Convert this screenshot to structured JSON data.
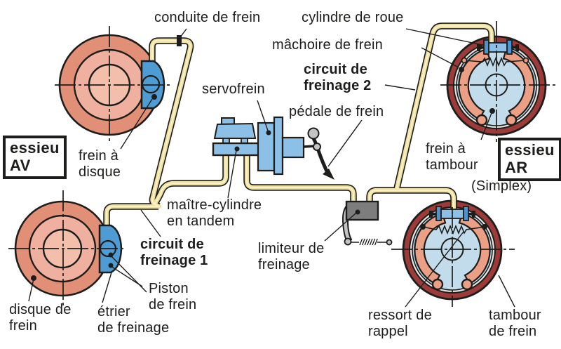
{
  "labels": {
    "conduite": "conduite de frein",
    "cylindre_roue": "cylindre de roue",
    "machoire": "mâchoire de frein",
    "circuit2_1": "circuit de",
    "circuit2_2": "freinage 2",
    "servofrein": "servofrein",
    "pedale": "pédale de frein",
    "essieu_av_1": "essieu",
    "essieu_av_2": "AV",
    "frein_disque_1": "frein à",
    "frein_disque_2": "disque",
    "maitre_1": "maître-cylindre",
    "maitre_2": "en tandem",
    "circuit1_1": "circuit de",
    "circuit1_2": "freinage 1",
    "piston_1": "Piston",
    "piston_2": "de frein",
    "etrier_1": "étrier",
    "etrier_2": "de freinage",
    "disque_1": "disque de",
    "disque_2": "frein",
    "limiteur_1": "limiteur de",
    "limiteur_2": "freinage",
    "frein_tambour_1": "frein à",
    "frein_tambour_2": "tambour",
    "simplex": "(Simplex)",
    "essieu_ar_1": "essieu",
    "essieu_ar_2": "AR",
    "ressort_1": "ressort de",
    "ressort_2": "rappel",
    "tambour_1": "tambour",
    "tambour_2": "de frein"
  },
  "colors": {
    "line": "#1d1d1b",
    "text": "#1d1d1b",
    "pipe_fill": "#f0e0a0",
    "pipe_highlight": "#f9f1ca",
    "disc_outer": "#e18f77",
    "disc_mid": "#efb0a0",
    "disc_inner": "#f3bfab",
    "caliper": "#4f9cd4",
    "component_blue": "#8cc0e6",
    "cap_blue": "#4f93cd",
    "drum_ring": "#9c3b39",
    "drum_gap": "#e6e6e3",
    "drum_interior": "#c3dcec",
    "shoe": "#eb9f85",
    "gray_dark": "#7d7d7d",
    "gray_light": "#c4c4c4"
  }
}
